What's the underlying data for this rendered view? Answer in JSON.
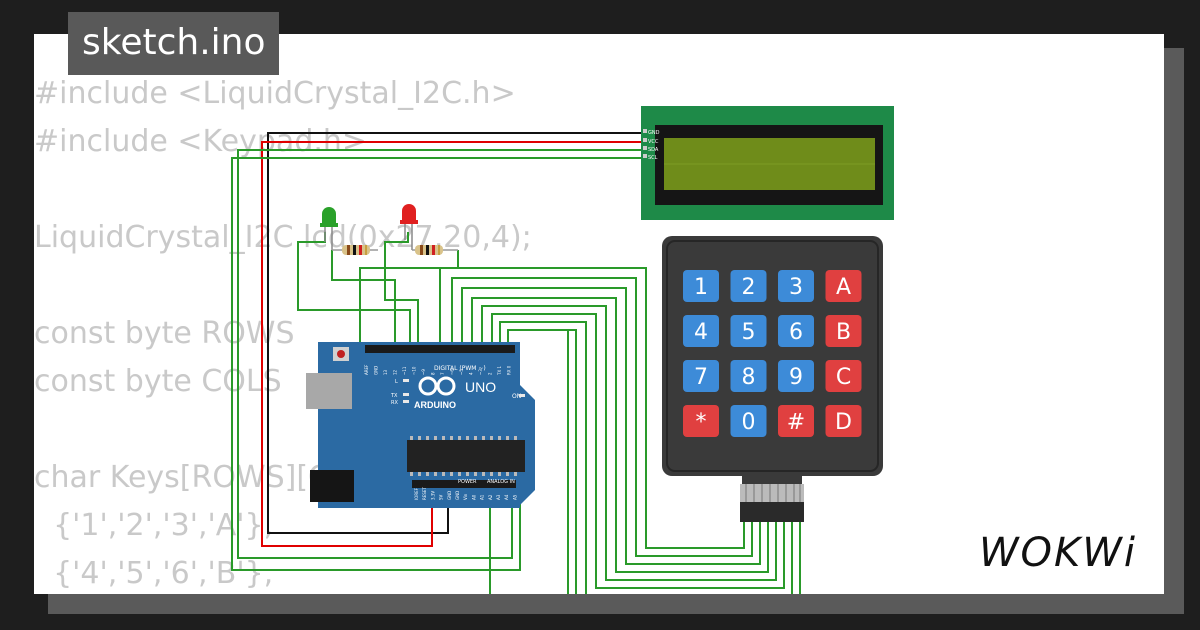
{
  "title": "sketch.ino",
  "code_lines": [
    "#include <LiquidCrystal_I2C.h>",
    "#include <Keypad.h>",
    "",
    "LiquidCrystal_I2C lcd(0x27,20,4);",
    "",
    "const byte ROWS",
    "const byte COLS",
    "",
    "char Keys[ROWS][COLS] = {",
    "  {'1','2','3','A'},",
    "  {'4','5','6','B'},"
  ],
  "keypad": {
    "keys": [
      "1",
      "2",
      "3",
      "A",
      "4",
      "5",
      "6",
      "B",
      "7",
      "8",
      "9",
      "C",
      "*",
      "0",
      "#",
      "D"
    ]
  },
  "arduino": {
    "logo_text": "ARDUINO",
    "model": "UNO",
    "digital_label": "DIGITAL (PWM ~)",
    "power_label": "POWER",
    "analog_label": "ANALOG IN",
    "on_label": "ON",
    "led_labels": [
      "L",
      "TX",
      "RX"
    ],
    "top_pins": [
      "AREF",
      "GND",
      "13",
      "12",
      "~11",
      "~10",
      "~9",
      "8",
      "7",
      "~6",
      "~5",
      "4",
      "~3",
      "2",
      "TX 1",
      "RX 0"
    ],
    "bottom_pins": [
      "IOREF",
      "RESET",
      "3.3V",
      "5V",
      "GND",
      "GND",
      "Vin",
      "A0",
      "A1",
      "A2",
      "A3",
      "A4",
      "A5"
    ]
  },
  "lcd": {
    "pins": [
      "GND",
      "VCC",
      "SDA",
      "SCL"
    ]
  },
  "branding": "WOKWi",
  "colors": {
    "background": "#1e1e1e",
    "card": "#ffffff",
    "code_text": "#c9c9c9",
    "title_tab": "#595959",
    "wire_green": "#2a9a2a",
    "wire_red": "#e00000",
    "wire_black": "#111111",
    "arduino_blue": "#2b6aa3",
    "lcd_pcb": "#1e8a48",
    "lcd_screen": "#6f8c1a",
    "key_blue": "#3d8bd8",
    "key_red": "#e04040",
    "keypad_body": "#3a3a3a",
    "led_green": "#2aa12a",
    "led_red": "#e02020"
  },
  "icons": [
    "arduino-infinity-logo-icon",
    "wokwi-logo-icon"
  ]
}
